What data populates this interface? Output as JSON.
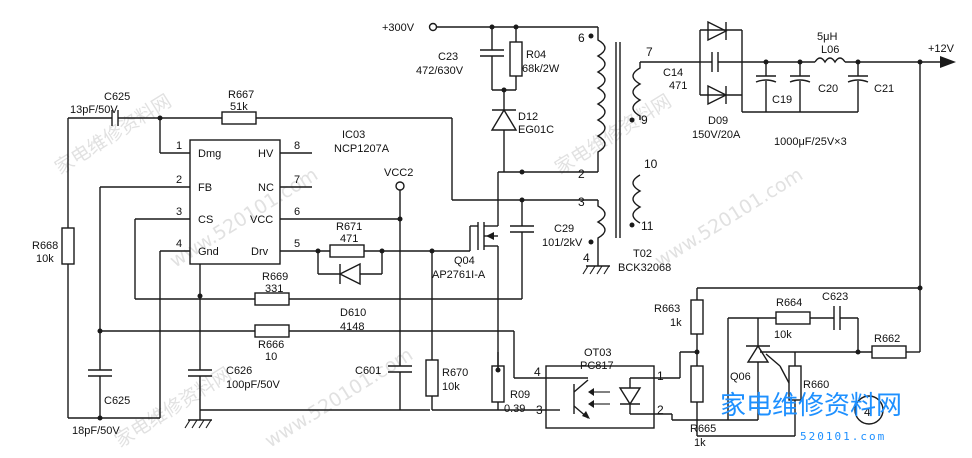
{
  "rails": {
    "v300": "+300V",
    "v12": "+12V",
    "vcc2": "VCC2"
  },
  "ic": {
    "ref": "IC03",
    "part": "NCP1207A",
    "pins_left": [
      {
        "num": "1",
        "name": "Dmg"
      },
      {
        "num": "2",
        "name": "FB"
      },
      {
        "num": "3",
        "name": "CS"
      },
      {
        "num": "4",
        "name": "Gnd"
      }
    ],
    "pins_right": [
      {
        "num": "8",
        "name": "HV"
      },
      {
        "num": "7",
        "name": "NC"
      },
      {
        "num": "6",
        "name": "VCC"
      },
      {
        "num": "5",
        "name": "Drv"
      }
    ]
  },
  "parts": {
    "c625_top": {
      "ref": "C625",
      "value": "13pF/50V"
    },
    "r667": {
      "ref": "R667",
      "value": "51k"
    },
    "r668": {
      "ref": "R668",
      "value": "10k"
    },
    "c625_bot": {
      "ref": "C625",
      "value": "18pF/50V"
    },
    "c626": {
      "ref": "C626",
      "value": "100pF/50V"
    },
    "r671": {
      "ref": "R671",
      "value": "471"
    },
    "r669": {
      "ref": "R669",
      "value": "331"
    },
    "d610": {
      "ref": "D610",
      "value": "4148"
    },
    "r666": {
      "ref": "R666",
      "value": "10"
    },
    "c601": {
      "ref": "C601"
    },
    "r670": {
      "ref": "R670",
      "value": "10k"
    },
    "c23": {
      "ref": "C23",
      "value": "472/630V"
    },
    "r04": {
      "ref": "R04",
      "value": "68k/2W"
    },
    "d12": {
      "ref": "D12",
      "value": "EG01C"
    },
    "q04": {
      "ref": "Q04",
      "value": "AP2761I-A"
    },
    "c29": {
      "ref": "C29",
      "value": "101/2kV"
    },
    "r09": {
      "ref": "R09",
      "value": "0.39"
    },
    "t02": {
      "ref": "T02",
      "value": "BCK32068"
    },
    "c14": {
      "ref": "C14",
      "value": "471"
    },
    "d09": {
      "ref": "D09",
      "value": "150V/20A"
    },
    "l06": {
      "ref": "L06",
      "value": "5μH"
    },
    "c19": {
      "ref": "C19"
    },
    "c20": {
      "ref": "C20"
    },
    "c21": {
      "ref": "C21"
    },
    "cap_bank": {
      "value": "1000μF/25V×3"
    },
    "r663": {
      "ref": "R663",
      "value": "1k"
    },
    "r664": {
      "ref": "R664",
      "value": "10k"
    },
    "c623": {
      "ref": "C623"
    },
    "r662": {
      "ref": "R662"
    },
    "q06": {
      "ref": "Q06"
    },
    "r660": {
      "ref": "R660"
    },
    "r665": {
      "ref": "R665",
      "value": "1k"
    },
    "ot03": {
      "ref": "OT03",
      "part": "PC817"
    }
  },
  "transformer_pins": [
    "6",
    "2",
    "3",
    "4",
    "7",
    "9",
    "10",
    "11"
  ],
  "opto_pins": [
    "4",
    "3",
    "1",
    "2"
  ],
  "figure_number": "4",
  "watermark": {
    "text": "家电维修资料网",
    "domain": "www.520101.com",
    "brand": "家电维修资料网",
    "brand_sub": "520101.com"
  },
  "colors": {
    "ink": "#1a1a1a",
    "watermark": "#c9c9c9",
    "brand": "#1e90ff"
  }
}
